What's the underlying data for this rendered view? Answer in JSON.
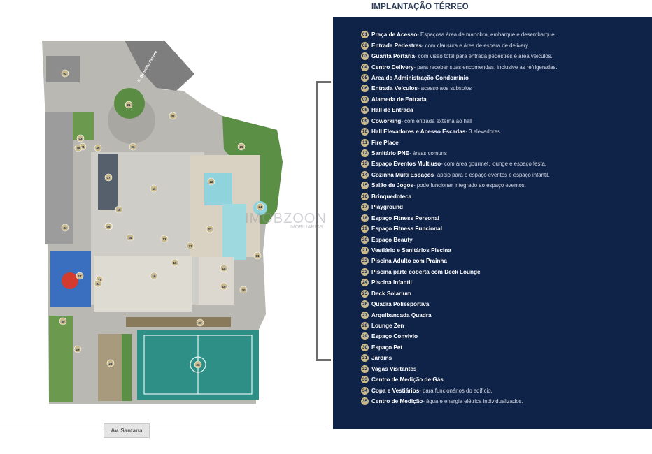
{
  "title": "IMPLANTAÇÃO TÉRREO",
  "streets": {
    "top": "R. Benedito Pereira",
    "bottom": "Av. Santana"
  },
  "watermark": {
    "main": "IMOBZOON",
    "sub": "IMOBILIÁRIOS"
  },
  "colors": {
    "panel": "#0f2248",
    "badge": "#c9b98a",
    "court": "#2e8f86",
    "pool": "#8fd3dc",
    "grass": "#4e8a3c"
  },
  "legend": [
    {
      "num": "01",
      "name": "Praça de Acesso",
      "desc": " - Espaçosa área de manobra, embarque e desembarque."
    },
    {
      "num": "02",
      "name": "Entrada Pedestres",
      "desc": " - com clausura e área de espera de delivery."
    },
    {
      "num": "03",
      "name": "Guarita Portaria",
      "desc": " - com visão total para entrada pedestres e área veículos."
    },
    {
      "num": "04",
      "name": "Centro Delivery",
      "desc": " - para receber suas encomendas, inclusive as refrigeradas."
    },
    {
      "num": "05",
      "name": "Área de Administração Condomínio",
      "desc": ""
    },
    {
      "num": "06",
      "name": "Entrada Veículos",
      "desc": " - acesso aos subsolos"
    },
    {
      "num": "07",
      "name": "Alameda de Entrada",
      "desc": ""
    },
    {
      "num": "08",
      "name": "Hall de Entrada",
      "desc": ""
    },
    {
      "num": "09",
      "name": "Coworking",
      "desc": " - com entrada externa ao hall"
    },
    {
      "num": "10",
      "name": "Hall Elevadores e Acesso Escadas",
      "desc": " - 3 elevadores"
    },
    {
      "num": "11",
      "name": "Fire Place",
      "desc": ""
    },
    {
      "num": "12",
      "name": "Sanitário PNE",
      "desc": " - áreas comuns"
    },
    {
      "num": "13",
      "name": "Espaço Eventos Multiuso",
      "desc": " - com área gourmet, lounge e espaço festa."
    },
    {
      "num": "14",
      "name": "Cozinha Multi Espaços",
      "desc": " - apoio para o espaço eventos e espaço infantil."
    },
    {
      "num": "15",
      "name": "Salão de Jogos",
      "desc": " - pode funcionar integrado ao espaço eventos."
    },
    {
      "num": "16",
      "name": "Brinquedoteca",
      "desc": ""
    },
    {
      "num": "17",
      "name": "Playground",
      "desc": ""
    },
    {
      "num": "18",
      "name": "Espaço Fitness Personal",
      "desc": ""
    },
    {
      "num": "19",
      "name": "Espaço Fitness Funcional",
      "desc": ""
    },
    {
      "num": "20",
      "name": "Espaço Beauty",
      "desc": ""
    },
    {
      "num": "21",
      "name": "Vestiário e Sanitários Piscina",
      "desc": ""
    },
    {
      "num": "22",
      "name": "Piscina Adulto com Prainha",
      "desc": ""
    },
    {
      "num": "23",
      "name": "Piscina parte coberta com Deck Lounge",
      "desc": ""
    },
    {
      "num": "24",
      "name": "Piscina Infantil",
      "desc": ""
    },
    {
      "num": "25",
      "name": "Deck Solarium",
      "desc": ""
    },
    {
      "num": "26",
      "name": "Quadra Poliesportiva",
      "desc": ""
    },
    {
      "num": "27",
      "name": "Arquibancada Quadra",
      "desc": ""
    },
    {
      "num": "28",
      "name": "Lounge Zen",
      "desc": ""
    },
    {
      "num": "29",
      "name": "Espaço Convivio",
      "desc": ""
    },
    {
      "num": "30",
      "name": "Espaço Pet",
      "desc": ""
    },
    {
      "num": "31",
      "name": "Jardins",
      "desc": ""
    },
    {
      "num": "32",
      "name": "Vagas Visitantes",
      "desc": ""
    },
    {
      "num": "33",
      "name": "Centro de Medição de Gás",
      "desc": ""
    },
    {
      "num": "34",
      "name": "Copa e Vestiários",
      "desc": " - para funcionários do edifício."
    },
    {
      "num": "35",
      "name": "Centro de Medição",
      "desc": " - água e energia elétrica individualizados."
    }
  ],
  "markers": [
    {
      "num": "01"
    },
    {
      "num": "02"
    },
    {
      "num": "03"
    },
    {
      "num": "04"
    },
    {
      "num": "05"
    },
    {
      "num": "06"
    },
    {
      "num": "07"
    },
    {
      "num": "08"
    },
    {
      "num": "09"
    },
    {
      "num": "10"
    },
    {
      "num": "11"
    },
    {
      "num": "12"
    },
    {
      "num": "13"
    },
    {
      "num": "14"
    },
    {
      "num": "15"
    },
    {
      "num": "16"
    },
    {
      "num": "17"
    },
    {
      "num": "18"
    },
    {
      "num": "19"
    },
    {
      "num": "20"
    },
    {
      "num": "21"
    },
    {
      "num": "22"
    },
    {
      "num": "23"
    },
    {
      "num": "24"
    },
    {
      "num": "25"
    },
    {
      "num": "26"
    },
    {
      "num": "27"
    },
    {
      "num": "28"
    },
    {
      "num": "29"
    },
    {
      "num": "30"
    },
    {
      "num": "31"
    },
    {
      "num": "32"
    },
    {
      "num": "33"
    },
    {
      "num": "34"
    },
    {
      "num": "35"
    }
  ]
}
